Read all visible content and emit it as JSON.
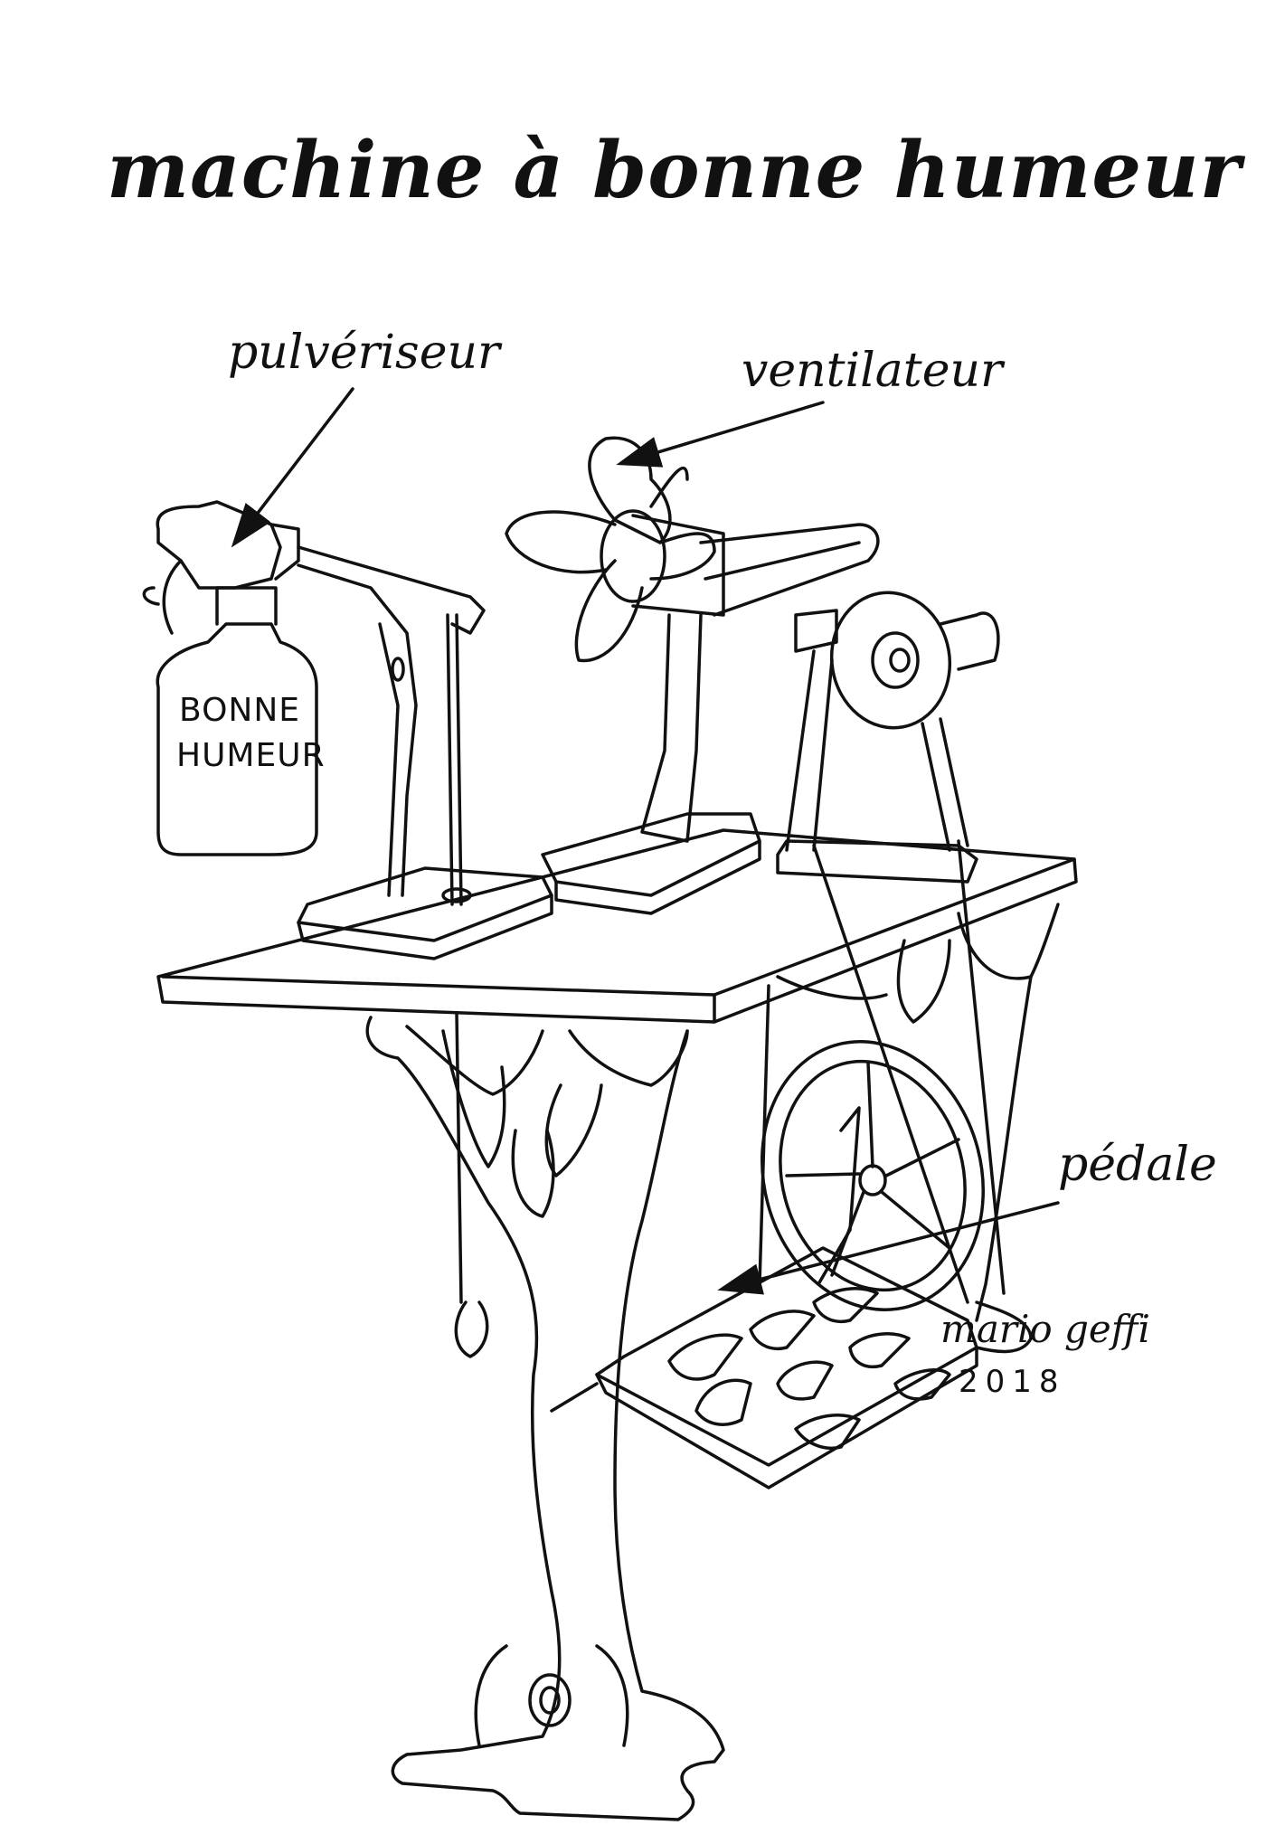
{
  "title": "machine à bonne humeur",
  "labels": {
    "sprayer": "pulvériseur",
    "fan": "ventilateur",
    "pedal": "pédale"
  },
  "bottle": {
    "line1": "BONNE",
    "line2": "HUMEUR"
  },
  "signature": {
    "name": "mario geffi",
    "year": "2018"
  },
  "icons": {
    "arrows": "arrow-icon"
  }
}
